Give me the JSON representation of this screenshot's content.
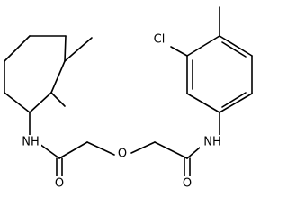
{
  "molecule": {
    "atoms": {
      "chlorine": "Cl",
      "amide_nitrogen_left": "NH",
      "amide_nitrogen_right": "NH",
      "ether_oxygen": "O",
      "carbonyl_oxygen_left": "O",
      "carbonyl_oxygen_right": "O"
    }
  }
}
